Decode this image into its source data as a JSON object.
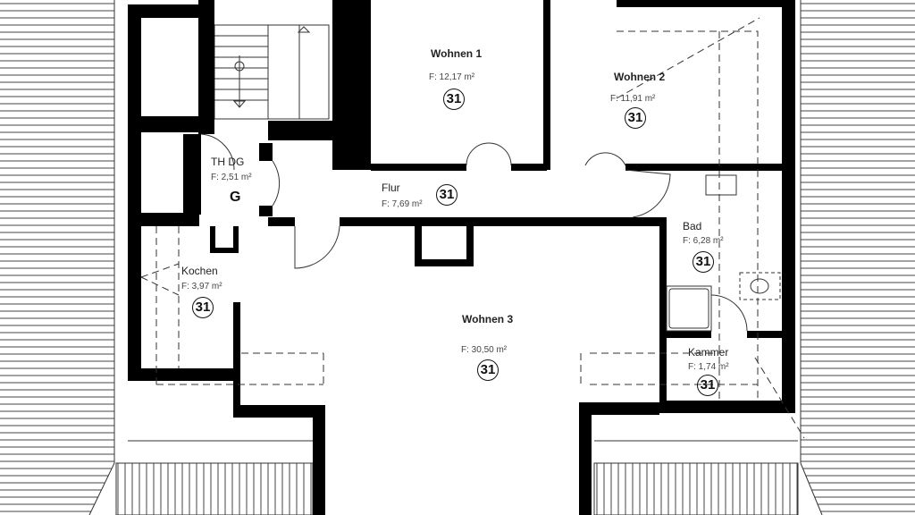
{
  "rooms": [
    {
      "name": "Wohnen 1",
      "area": "F: 12,17 m²",
      "code": "31"
    },
    {
      "name": "Wohnen 2",
      "area": "F: 11,91 m²",
      "code": "31"
    },
    {
      "name": "TH DG",
      "area": "F: 2,51 m²",
      "code": "G"
    },
    {
      "name": "Flur",
      "area": "F: 7,69 m²",
      "code": "31"
    },
    {
      "name": "Bad",
      "area": "F: 6,28 m²",
      "code": "31"
    },
    {
      "name": "Kochen",
      "area": "F: 3,97 m²",
      "code": "31"
    },
    {
      "name": "Wohnen 3",
      "area": "F: 30,50 m²",
      "code": "31"
    },
    {
      "name": "Kammer",
      "area": "F: 1,74 m²",
      "code": "31"
    }
  ]
}
